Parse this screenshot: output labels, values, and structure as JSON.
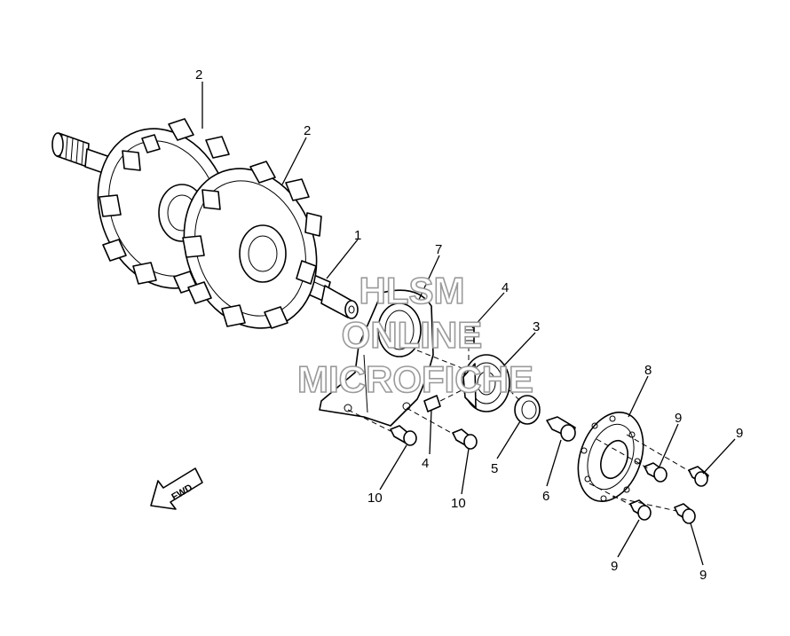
{
  "diagram": {
    "callouts": {
      "c1": "1",
      "c2a": "2",
      "c2b": "2",
      "c3": "3",
      "c4a": "4",
      "c4b": "4",
      "c5": "5",
      "c6": "6",
      "c7": "7",
      "c8": "8",
      "c9a": "9",
      "c9b": "9",
      "c9c": "9",
      "c9d": "9",
      "c10a": "10",
      "c10b": "10"
    },
    "fwd_label": "FWD",
    "watermark": [
      "HLSM",
      "ONLINE",
      "MICROFICHE"
    ]
  }
}
